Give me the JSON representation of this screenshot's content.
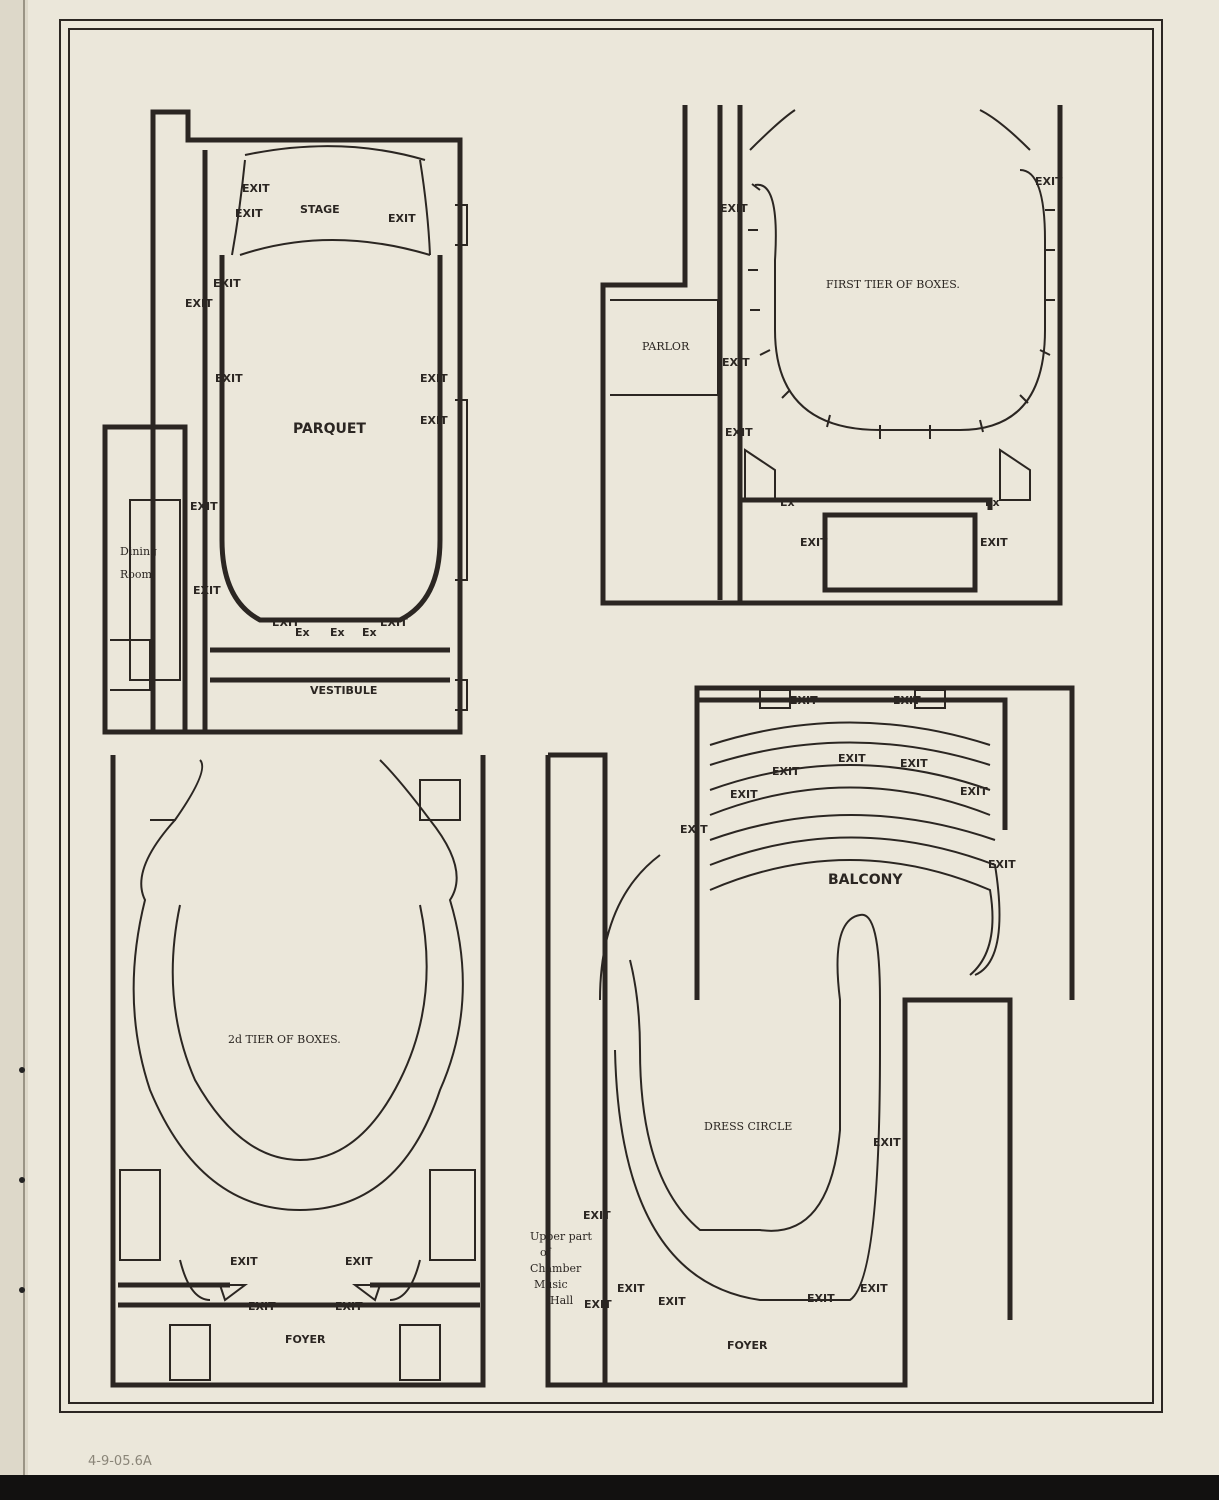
{
  "plans": {
    "parquet": {
      "stage": "STAGE",
      "title": "PARQUET",
      "dining": "Dining",
      "dining2": "Room",
      "vestibule": "VESTIBULE"
    },
    "first_tier": {
      "title": "FIRST TIER OF BOXES.",
      "parlor": "PARLOR"
    },
    "second_tier": {
      "title": "2d TIER OF BOXES.",
      "foyer": "FOYER"
    },
    "balcony": {
      "title": "BALCONY",
      "dress_circle": "DRESS CIRCLE",
      "foyer": "FOYER",
      "chamber": [
        "Upper part",
        "of",
        "Chamber",
        "Music",
        "Hall"
      ]
    }
  },
  "exit_label": "EXIT",
  "ex_label": "Ex",
  "handwritten_note": "4-9-05.6A"
}
